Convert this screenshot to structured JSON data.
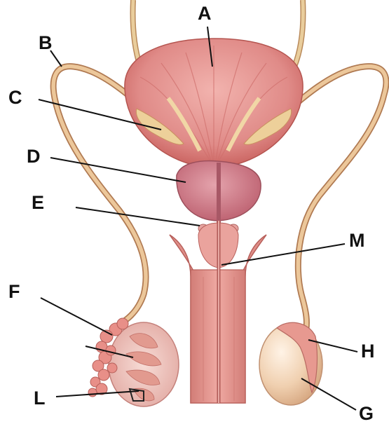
{
  "labels": {
    "A": "A",
    "B": "B",
    "C": "C",
    "D": "D",
    "E": "E",
    "F": "F",
    "G": "G",
    "H": "H",
    "L": "L",
    "M": "M"
  },
  "colors": {
    "tissue_pink": "#e79a96",
    "tissue_dark": "#c8625f",
    "duct_tan": "#e8c08c",
    "duct_outline": "#b87a55",
    "gland_mauve": "#c9767f",
    "testis_cream": "#f2d3b4",
    "label_text": "#111111"
  }
}
